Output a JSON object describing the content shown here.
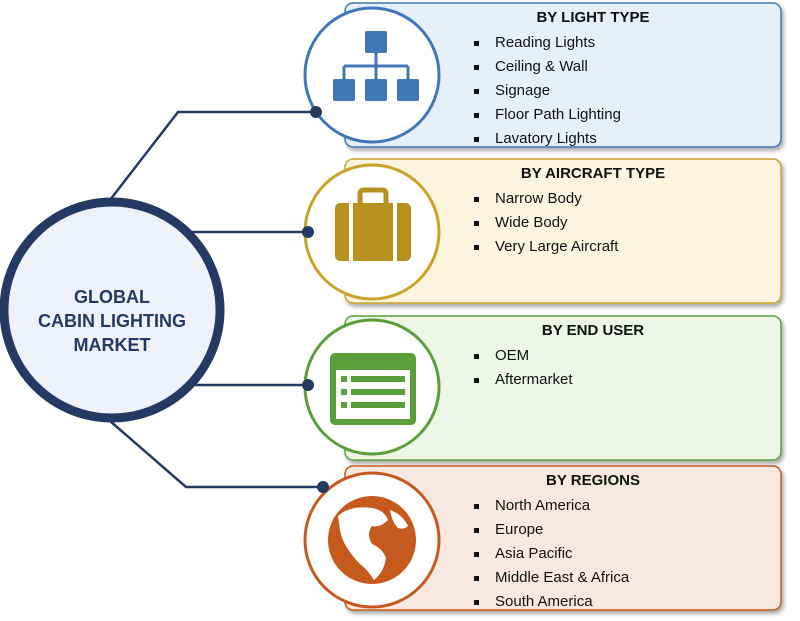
{
  "center": {
    "lines": [
      "GLOBAL",
      "CABIN LIGHTING",
      "MARKET"
    ],
    "ring_color": "#243a63"
  },
  "segments": [
    {
      "title": "BY LIGHT TYPE",
      "items": [
        "Reading Lights",
        "Ceiling & Wall",
        "Signage",
        "Floor Path Lighting",
        "Lavatory Lights"
      ],
      "icon": "hierarchy-icon",
      "accent": "#3f77b8",
      "fill": "#e6eef8"
    },
    {
      "title": "BY AIRCRAFT TYPE",
      "items": [
        "Narrow Body",
        "Wide Body",
        "Very Large Aircraft"
      ],
      "icon": "briefcase-icon",
      "accent": "#c9a227",
      "fill": "#fbf5df"
    },
    {
      "title": "BY END USER",
      "items": [
        "OEM",
        "Aftermarket"
      ],
      "icon": "list-window-icon",
      "accent": "#5b9f3a",
      "fill": "#edf5e6"
    },
    {
      "title": "BY REGIONS",
      "items": [
        "North America",
        "Europe",
        "Asia Pacific",
        "Middle East & Africa",
        "South America"
      ],
      "icon": "globe-icon",
      "accent": "#c65a1e",
      "fill": "#f9e8df"
    }
  ]
}
